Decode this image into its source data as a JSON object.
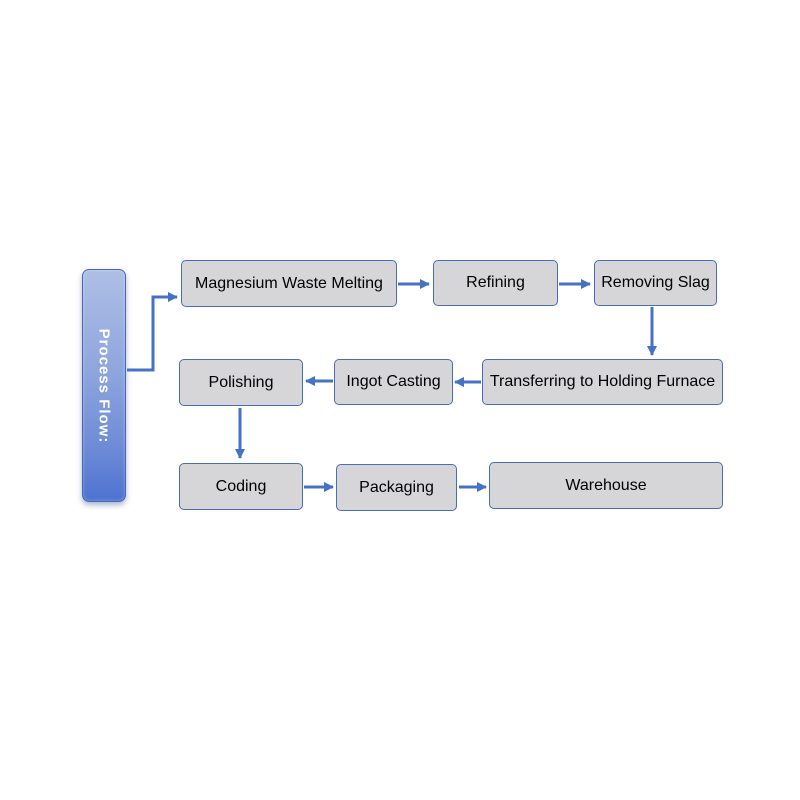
{
  "diagram": {
    "title": "Process Flow:",
    "steps": [
      "Magnesium Waste Melting",
      "Refining",
      "Removing Slag",
      "Transferring to Holding Furnace",
      "Ingot Casting",
      "Polishing",
      "Coding",
      "Packaging",
      "Warehouse"
    ]
  },
  "colors": {
    "box_fill": "#d6d6d8",
    "box_border": "#4a6cb8",
    "arrow": "#4472c4",
    "title_bar": "#6c8ad6",
    "title_text": "#ffffff"
  }
}
